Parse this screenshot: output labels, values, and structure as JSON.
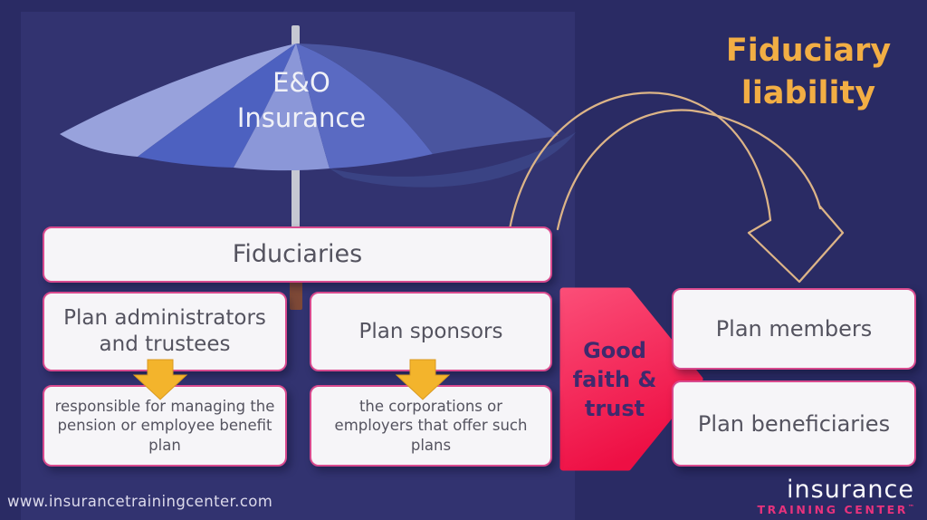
{
  "canvas": {
    "background": "#2a2b64",
    "panel_background": "#323370"
  },
  "umbrella": {
    "label": {
      "line1": "E&O",
      "line2": "Insurance",
      "color": "#f0f1f7"
    },
    "canopy_colors": [
      "#98a2dc",
      "#4d61c0",
      "#8b97d8",
      "#5a6ac2",
      "#4a559f"
    ],
    "underside_color": "#3a4384",
    "pole_color": "#c6c8d2",
    "handle_color": "#7e4937"
  },
  "heading": {
    "line1": "Fiduciary",
    "line2": "liability",
    "color": "#f2ae44"
  },
  "arch_arrow": {
    "color": "#dcb487"
  },
  "boxes": {
    "fiduciaries": {
      "label": "Fiduciaries"
    },
    "plan_admins": {
      "label": "Plan administrators and trustees"
    },
    "plan_admins_desc": {
      "label": "responsible for managing the pension or employee benefit plan"
    },
    "plan_sponsors": {
      "label": "Plan sponsors"
    },
    "plan_sponsors_desc": {
      "label": "the corporations or employers that offer such plans"
    },
    "plan_members": {
      "label": "Plan members"
    },
    "plan_beneficiaries": {
      "label": "Plan beneficiaries"
    },
    "fill": "#f6f5f8",
    "border_color": "#d84a8e",
    "text_color": "#54535f"
  },
  "good_faith_arrow": {
    "line1": "Good",
    "line2": "faith &",
    "line3": "trust",
    "text_color": "#3f2a6d",
    "gradient_start": "#fb4d77",
    "gradient_end": "#ee0f44"
  },
  "down_arrow_color": "#f3b42c",
  "footer": {
    "website": "www.insurancetrainingcenter.com",
    "logo": {
      "line1": "insurance",
      "line2": "TRAINING CENTER",
      "tm": "™"
    }
  }
}
